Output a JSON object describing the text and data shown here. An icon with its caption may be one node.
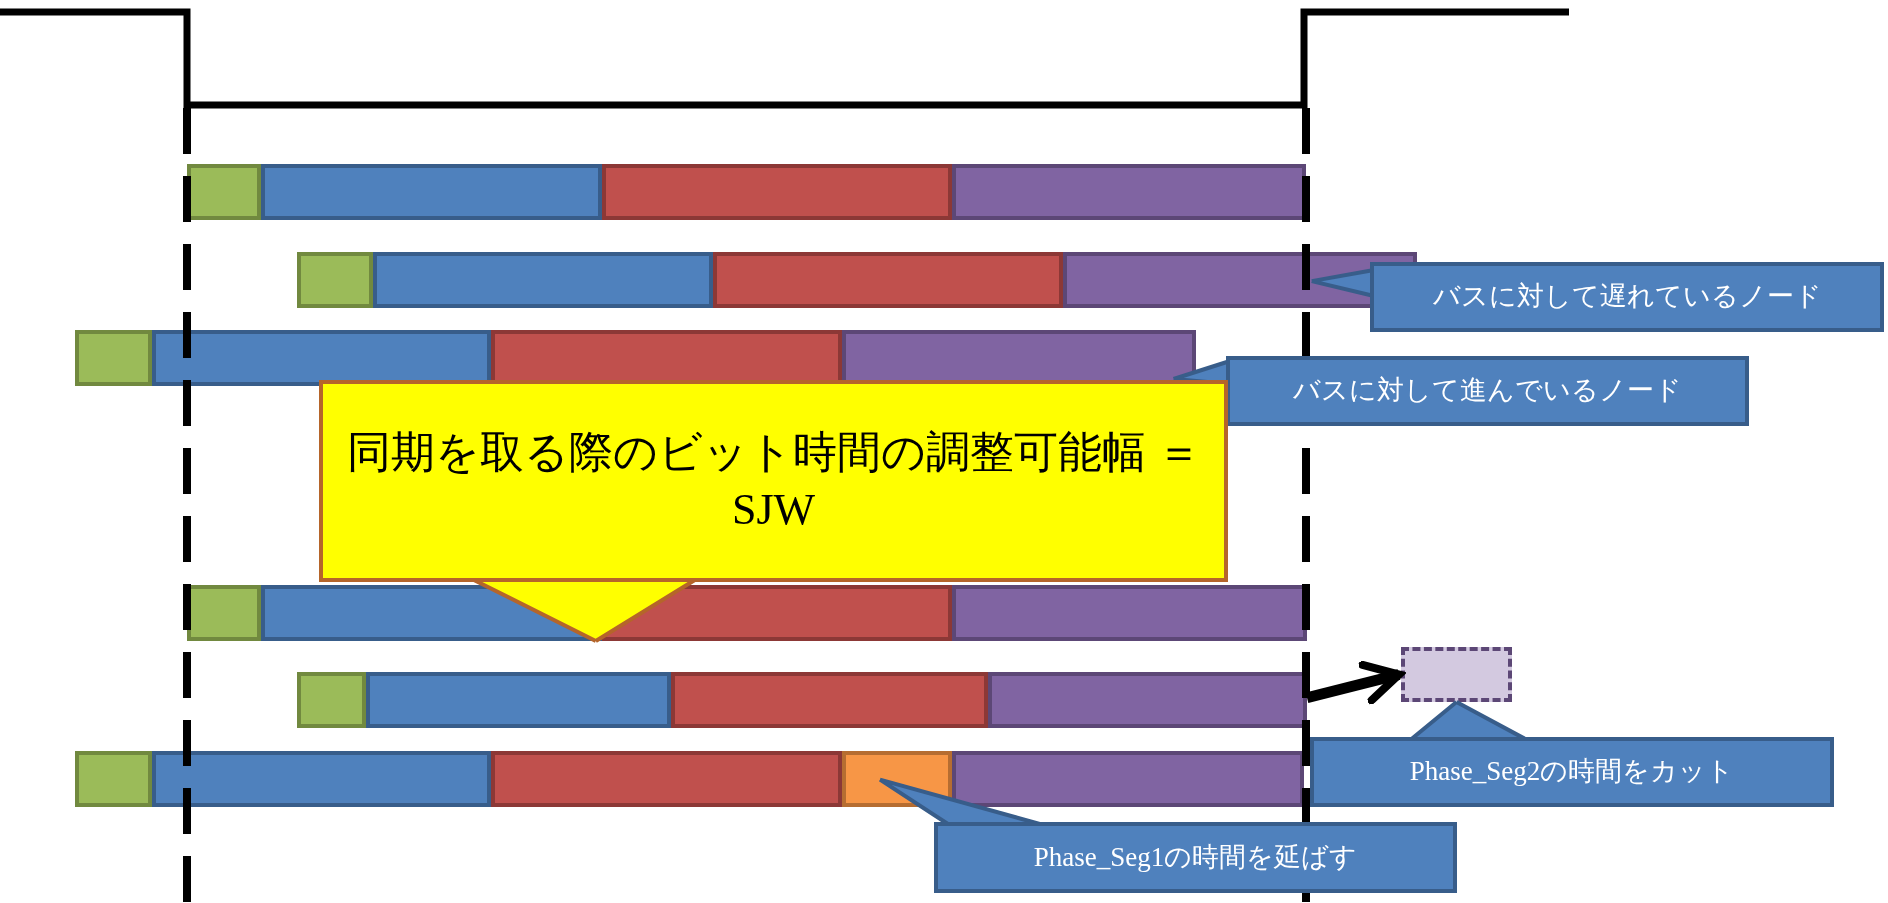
{
  "diagram": {
    "nodes": [
      {
        "text": [],
        "shape": "bar"
      },
      {
        "text": [],
        "shape": "bar"
      },
      {
        "text": [
          "バスに対して遅れているノード"
        ]
      },
      {
        "text": [],
        "shape": "bar"
      },
      {
        "text": [
          "バスに対して進んでいるノード"
        ]
      },
      {
        "text": [
          "同期を取る際のビット時間の調整可能幅 ＝SJW"
        ]
      },
      {
        "text": [],
        "shape": "bar"
      },
      {
        "text": [],
        "shape": "bar"
      },
      {
        "text": [],
        "shape": "box"
      },
      {
        "text": [
          "Phase_Seg2の時間をカット"
        ]
      },
      {
        "text": [],
        "shape": "bar"
      },
      {
        "text": [
          "Phase_Seg1の時間を延ばす"
        ]
      }
    ],
    "edges": [
      {
        "from": 2,
        "to": 1,
        "arrow": "none"
      },
      {
        "from": 4,
        "to": 3,
        "arrow": "none"
      },
      {
        "from": 5,
        "to": 6,
        "arrow": "none",
        "color": "#b5652a"
      },
      {
        "from": 7,
        "to": 8,
        "arrow": "to",
        "style": "thick",
        "color": "#000000"
      },
      {
        "from": 9,
        "to": 8,
        "arrow": "none"
      },
      {
        "from": 11,
        "to": 10,
        "arrow": "none"
      }
    ]
  }
}
